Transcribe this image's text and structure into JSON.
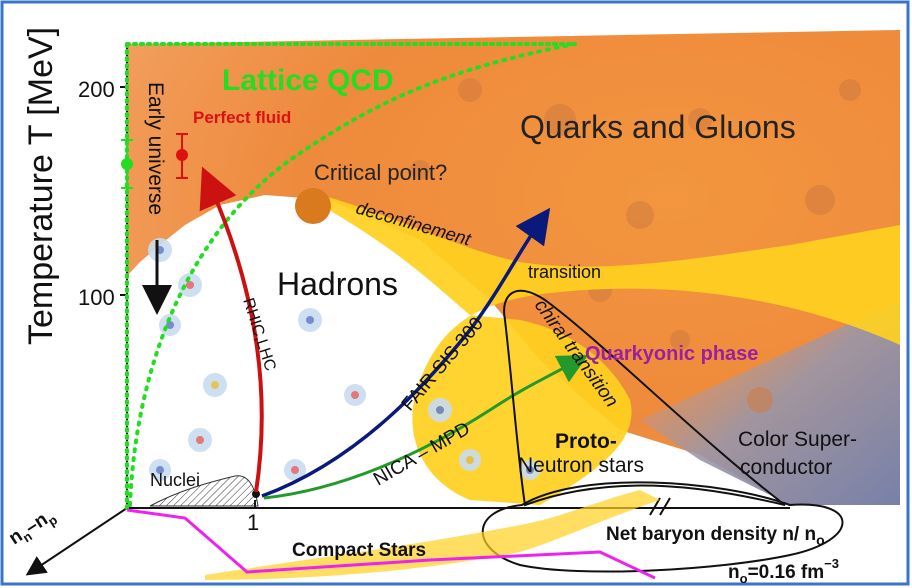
{
  "axes": {
    "y_label": "Temperature T [MeV]",
    "y_ticks": [
      "200",
      "100"
    ],
    "x_tick": "1",
    "x_label": "Net baryon density n/   n",
    "x_label_sub": "o",
    "corner_label": "n",
    "corner_sub1": "n",
    "corner_minus": "–n",
    "corner_sub2": "p",
    "density_note_n": "n",
    "density_note_sub": "o",
    "density_note_rest": "=0.16 fm",
    "density_note_sup": "−3"
  },
  "labels": {
    "lattice_qcd": "Lattice  QCD",
    "early_universe": "Early universe",
    "perfect_fluid": "Perfect fluid",
    "quarks_gluons": "Quarks and Gluons",
    "critical_point": "Critical point?",
    "deconfinement": "deconfinement",
    "transition": "transition",
    "hadrons": "Hadrons",
    "rhic_lhc": "RHIC,LHC",
    "fair": "FAIR SIS 300",
    "chiral": "chiral transition",
    "quarkyonic": "Quarkyonic phase",
    "nica": "NICA – MPD",
    "proto": "Proto-",
    "neutron_stars": "Neutron stars",
    "color_super_1": "Color Super-",
    "color_super_2": "conductor",
    "nuclei": "Nuclei",
    "compact_stars": "Compact  Stars"
  },
  "colors": {
    "lattice": "#22dd22",
    "perfect_fluid": "#dd1111",
    "rhic_arrow": "#cc1111",
    "fair_arrow": "#0a1a7a",
    "nica_arrow": "#22992a",
    "quarkyonic": "#9a20a0",
    "band": "#ffd020",
    "compact_line": "#ee22ee",
    "qgp_orange": "#f08a3a",
    "color_super": "#7a8ab0",
    "frame": "#3a74c8"
  }
}
